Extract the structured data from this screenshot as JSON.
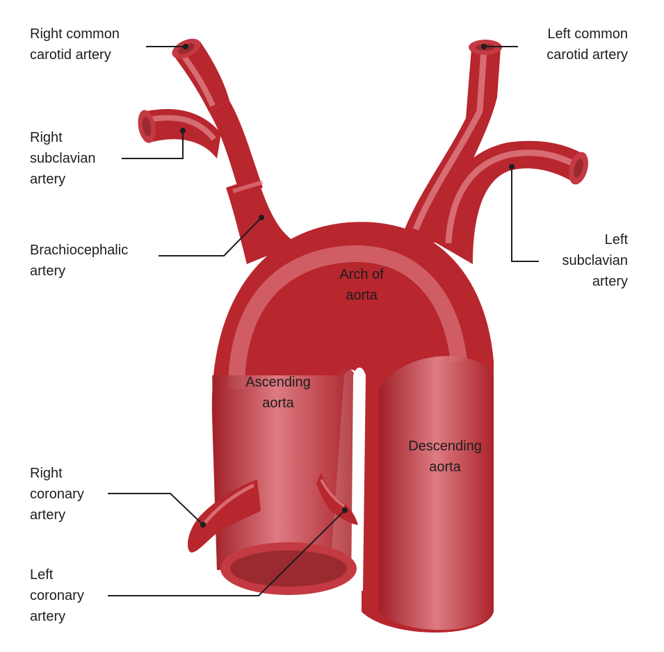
{
  "colors": {
    "vessel_base": "#b8262e",
    "vessel_dark": "#8c1a22",
    "vessel_highlight": "#e48a91",
    "lumen": "#9a2a2f",
    "leader_line": "#1d1d1d",
    "text": "#1d1d1d"
  },
  "labels": {
    "right_common_carotid": [
      "Right common",
      "carotid artery"
    ],
    "left_common_carotid": [
      "Left common",
      "carotid artery"
    ],
    "right_subclavian": [
      "Right",
      "subclavian",
      "artery"
    ],
    "left_subclavian": [
      "Left",
      "subclavian",
      "artery"
    ],
    "brachiocephalic": [
      "Brachiocephalic",
      "artery"
    ],
    "arch_of_aorta": [
      "Arch of",
      "aorta"
    ],
    "ascending_aorta": [
      "Ascending",
      "aorta"
    ],
    "descending_aorta": [
      "Descending",
      "aorta"
    ],
    "right_coronary": [
      "Right",
      "coronary",
      "artery"
    ],
    "left_coronary": [
      "Left",
      "coronary",
      "artery"
    ]
  }
}
